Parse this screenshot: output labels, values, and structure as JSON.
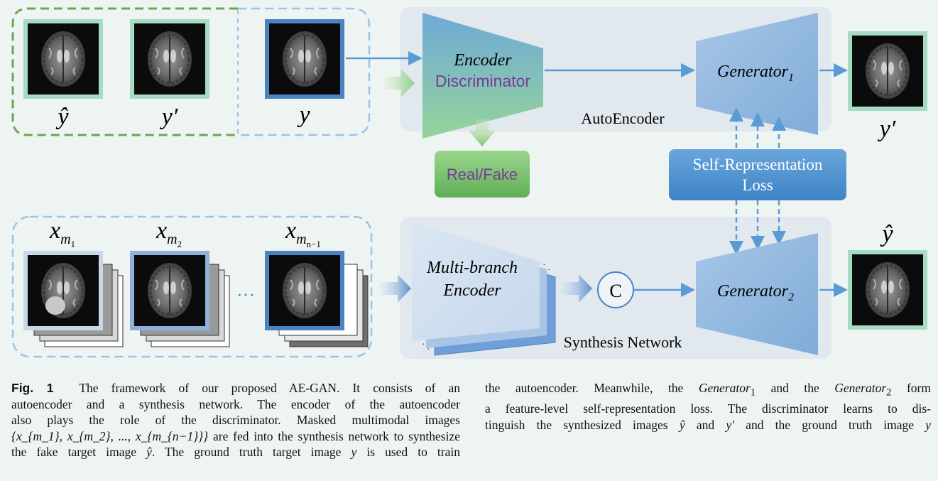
{
  "figure": {
    "labels": {
      "y_hat": "ŷ",
      "y_prime": "y′",
      "y": "y",
      "x_m1_base": "x",
      "x_m1_sub": "m",
      "x_m1_subsub": "1",
      "x_m2_base": "x",
      "x_m2_sub": "m",
      "x_m2_subsub": "2",
      "x_mn1_base": "x",
      "x_mn1_sub": "m",
      "x_mn1_subsub": "n−1",
      "ellipsis": "···",
      "out_top": "y′",
      "out_bottom": "ŷ"
    },
    "encoder_discriminator": {
      "line1": "Encoder",
      "line2": "Discriminator"
    },
    "generator1": {
      "text": "Generator",
      "sub": "1"
    },
    "generator2": {
      "text": "Generator",
      "sub": "2"
    },
    "autoencoder_label": "AutoEncoder",
    "real_fake": "Real/Fake",
    "self_rep_loss": {
      "line1": "Self-Representation",
      "line2": "Loss"
    },
    "multi_branch_encoder": {
      "line1": "Multi-branch",
      "line2": "Encoder"
    },
    "concat": "C",
    "synthesis_label": "Synthesis Network",
    "colors": {
      "panel": "#e2e9ee",
      "encoder_top": "#6ea9d8",
      "encoder_bottom": "#8fcf98",
      "generator": "#8fb6dd",
      "loss_box": "#4f92d0",
      "real_fake_box": "#79c06f",
      "purple_text": "#7a3a9a",
      "green_dash": "#6aa84f",
      "blue_dash": "#9cc2e5",
      "arrow": "#5b9bd5",
      "frame_green": "#a6dcc2",
      "frame_blue": "#4a83c2"
    }
  },
  "caption": {
    "fig_label": "Fig. 1",
    "left": [
      "The framework of our proposed AE-GAN. It consists of an",
      "autoencoder and a synthesis network. The encoder of the autoencoder",
      "also plays the role of the discriminator. Masked multimodal images",
      "are fed into the synthesis network to synthesize",
      "the fake target image",
      ". The ground truth target image",
      "is used to train"
    ],
    "set_expr": "{x_{m_1}, x_{m_2}, ..., x_{m_{n−1}}}",
    "yhat": "ŷ",
    "y": "y",
    "right": [
      "the autoencoder. Meanwhile, the",
      "and the",
      "form",
      "a feature-level self-representation loss. The discriminator learns to dis-",
      "tinguish the synthesized images",
      "and",
      "and the ground truth image"
    ],
    "gen1": "Generator",
    "gen1_sub": "1",
    "gen2": "Generator",
    "gen2_sub": "2",
    "yprime": "y′"
  }
}
